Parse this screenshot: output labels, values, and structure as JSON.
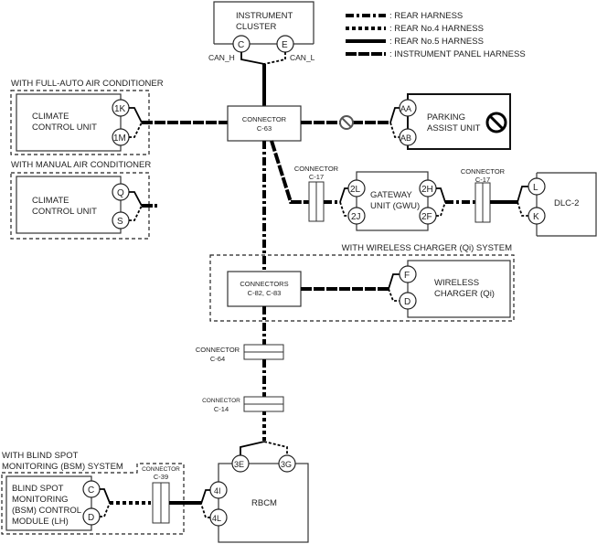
{
  "legend": [
    {
      "type": "rear",
      "label": ": REAR HARNESS"
    },
    {
      "type": "rear4",
      "label": ": REAR No.4 HARNESS"
    },
    {
      "type": "rear5",
      "label": ": REAR No.5 HARNESS"
    },
    {
      "type": "ip",
      "label": ": INSTRUMENT PANEL HARNESS"
    }
  ],
  "instrument_cluster": {
    "line1": "INSTRUMENT",
    "line2": "CLUSTER",
    "pin_h": "C",
    "pin_l": "E",
    "can_h": "CAN_H",
    "can_l": "CAN_L"
  },
  "full_auto": {
    "group": "WITH FULL-AUTO AIR CONDITIONER",
    "line1": "CLIMATE",
    "line2": "CONTROL UNIT",
    "pin1": "1K",
    "pin2": "1M"
  },
  "manual": {
    "group": "WITH MANUAL AIR CONDITIONER",
    "line1": "CLIMATE",
    "line2": "CONTROL UNIT",
    "pin1": "Q",
    "pin2": "S"
  },
  "c63": {
    "line1": "CONNECTOR",
    "line2": "C-63"
  },
  "parking": {
    "line1": "PARKING",
    "line2": "ASSIST UNIT",
    "pin1": "AA",
    "pin2": "AB",
    "prohibit_icon": "prohibited-icon"
  },
  "c17a": {
    "line1": "CONNECTOR",
    "line2": "C-17"
  },
  "gateway": {
    "line1": "GATEWAY",
    "line2": "UNIT (GWU)",
    "pin1": "2L",
    "pin2": "2J",
    "pin3": "2H",
    "pin4": "2F"
  },
  "c17b": {
    "line1": "CONNECTOR",
    "line2": "C-17"
  },
  "dlc": {
    "label": "DLC-2",
    "pin1": "L",
    "pin2": "K"
  },
  "wireless": {
    "group": "WITH WIRELESS CHARGER (Qi) SYSTEM",
    "conn1": "CONNECTORS",
    "conn2": "C-82, C-83",
    "line1": "WIRELESS",
    "line2": "CHARGER (Qi)",
    "pin1": "F",
    "pin2": "D"
  },
  "c64": {
    "line1": "CONNECTOR",
    "line2": "C-64"
  },
  "c14": {
    "line1": "CONNECTOR",
    "line2": "C-14"
  },
  "bsm": {
    "group1": "WITH BLIND SPOT",
    "group2": "MONITORING (BSM) SYSTEM",
    "l1": "BLIND SPOT",
    "l2": "MONITORING",
    "l3": "(BSM) CONTROL",
    "l4": "MODULE (LH)",
    "pin1": "C",
    "pin2": "D"
  },
  "c39": {
    "line1": "CONNECTOR",
    "line2": "C-39"
  },
  "rbcm": {
    "label": "RBCM",
    "pin1": "3E",
    "pin2": "3G",
    "pin3": "4I",
    "pin4": "4L"
  }
}
